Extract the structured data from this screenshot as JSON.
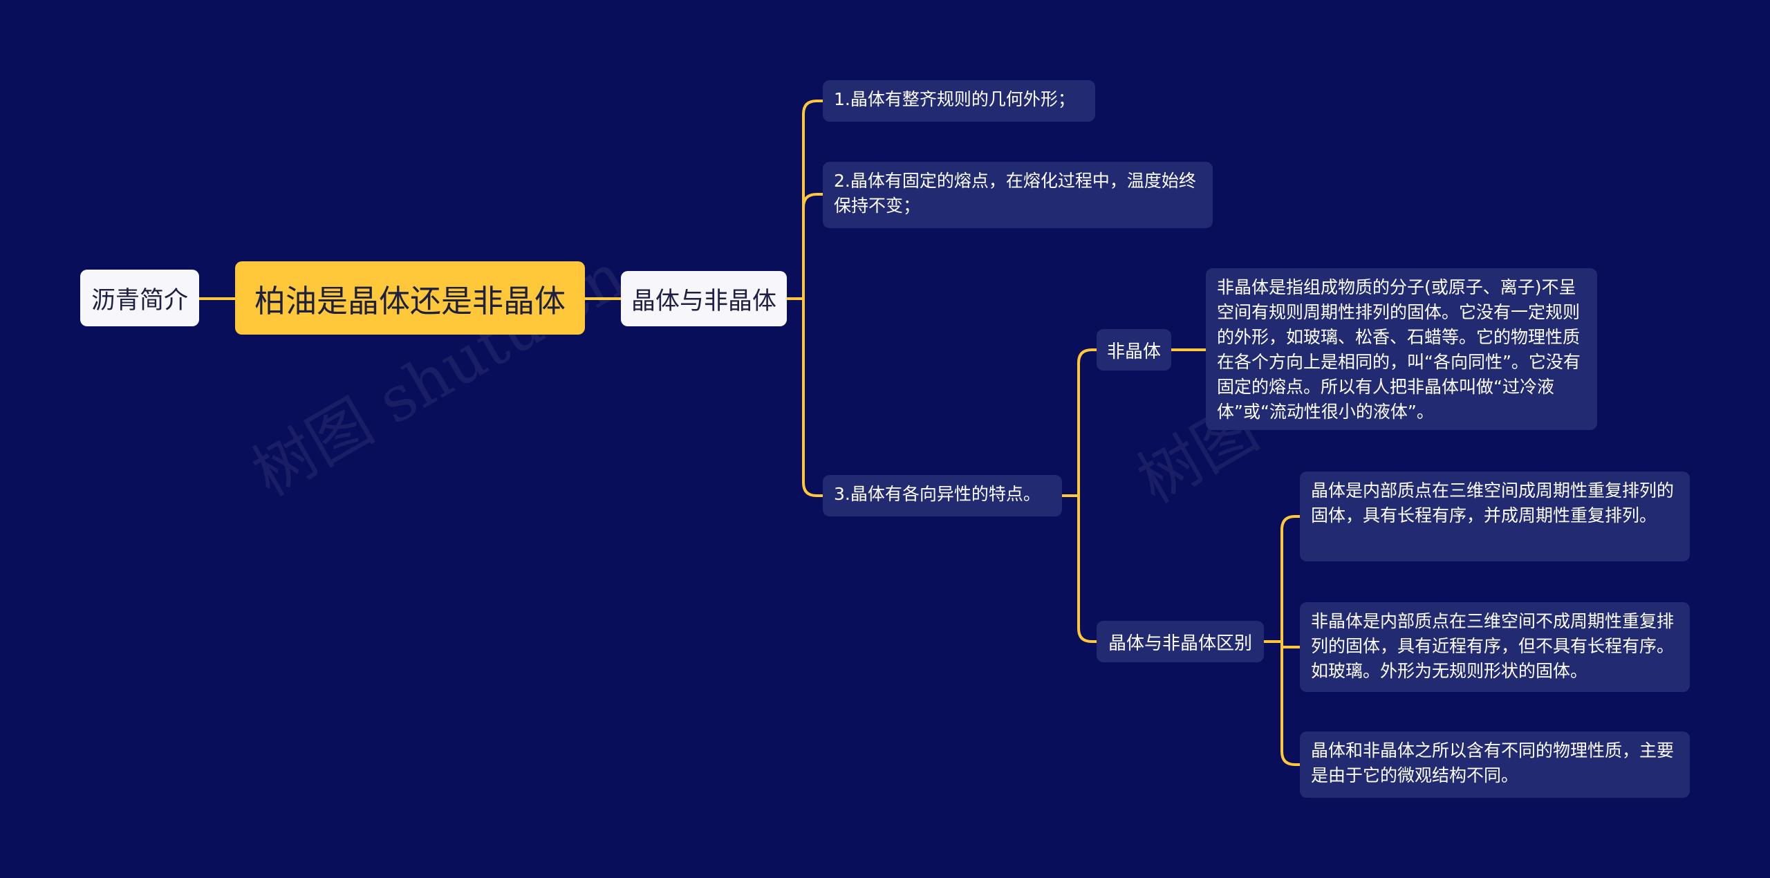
{
  "watermark": "树图 shutu.cn",
  "colors": {
    "background": "#090e5a",
    "root": "#ffc83a",
    "connector": "#ffc83a",
    "leaf": "#222a72"
  },
  "nodes": {
    "intro": "沥青简介",
    "root": "柏油是晶体还是非晶体",
    "hub": "晶体与非晶体",
    "point1": "1.晶体有整齐规则的几何外形；",
    "point2": "2.晶体有固定的熔点，在熔化过程中，温度始终保持不变；",
    "point3": "3.晶体有各向异性的特点。",
    "amorphous_label": "非晶体",
    "amorphous_text": "非晶体是指组成物质的分子(或原子、离子)不呈空间有规则周期性排列的固体。它没有一定规则的外形，如玻璃、松香、石蜡等。它的物理性质在各个方向上是相同的，叫“各向同性”。它没有固定的熔点。所以有人把非晶体叫做“过冷液体”或“流动性很小的液体”。",
    "difference_label": "晶体与非晶体区别",
    "diff1": "晶体是内部质点在三维空间成周期性重复排列的固体，具有长程有序，并成周期性重复排列。",
    "diff2": "非晶体是内部质点在三维空间不成周期性重复排列的固体，具有近程有序，但不具有长程有序。如玻璃。外形为无规则形状的固体。",
    "diff3": "晶体和非晶体之所以含有不同的物理性质，主要是由于它的微观结构不同。"
  }
}
